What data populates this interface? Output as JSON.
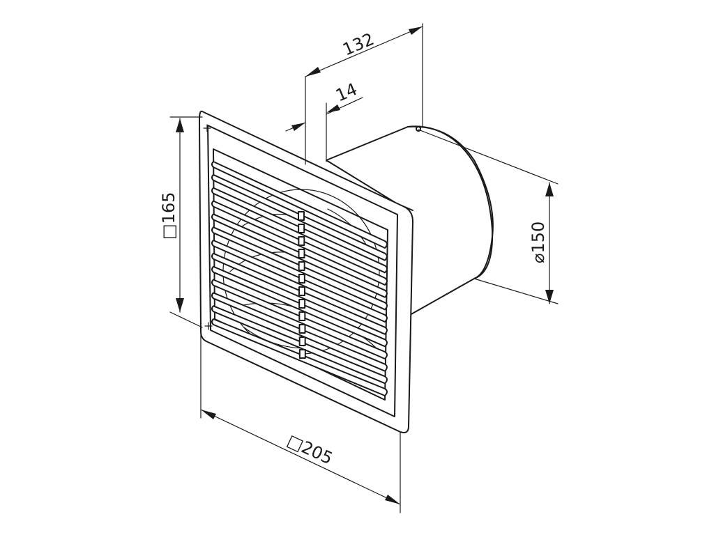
{
  "dimensions": {
    "depth_total": "132",
    "frame_depth": "14",
    "frame_height": "□165",
    "frame_width": "□205",
    "duct_diameter": "⌀150"
  },
  "colors": {
    "line": "#1a1a1a",
    "background": "#ffffff"
  }
}
